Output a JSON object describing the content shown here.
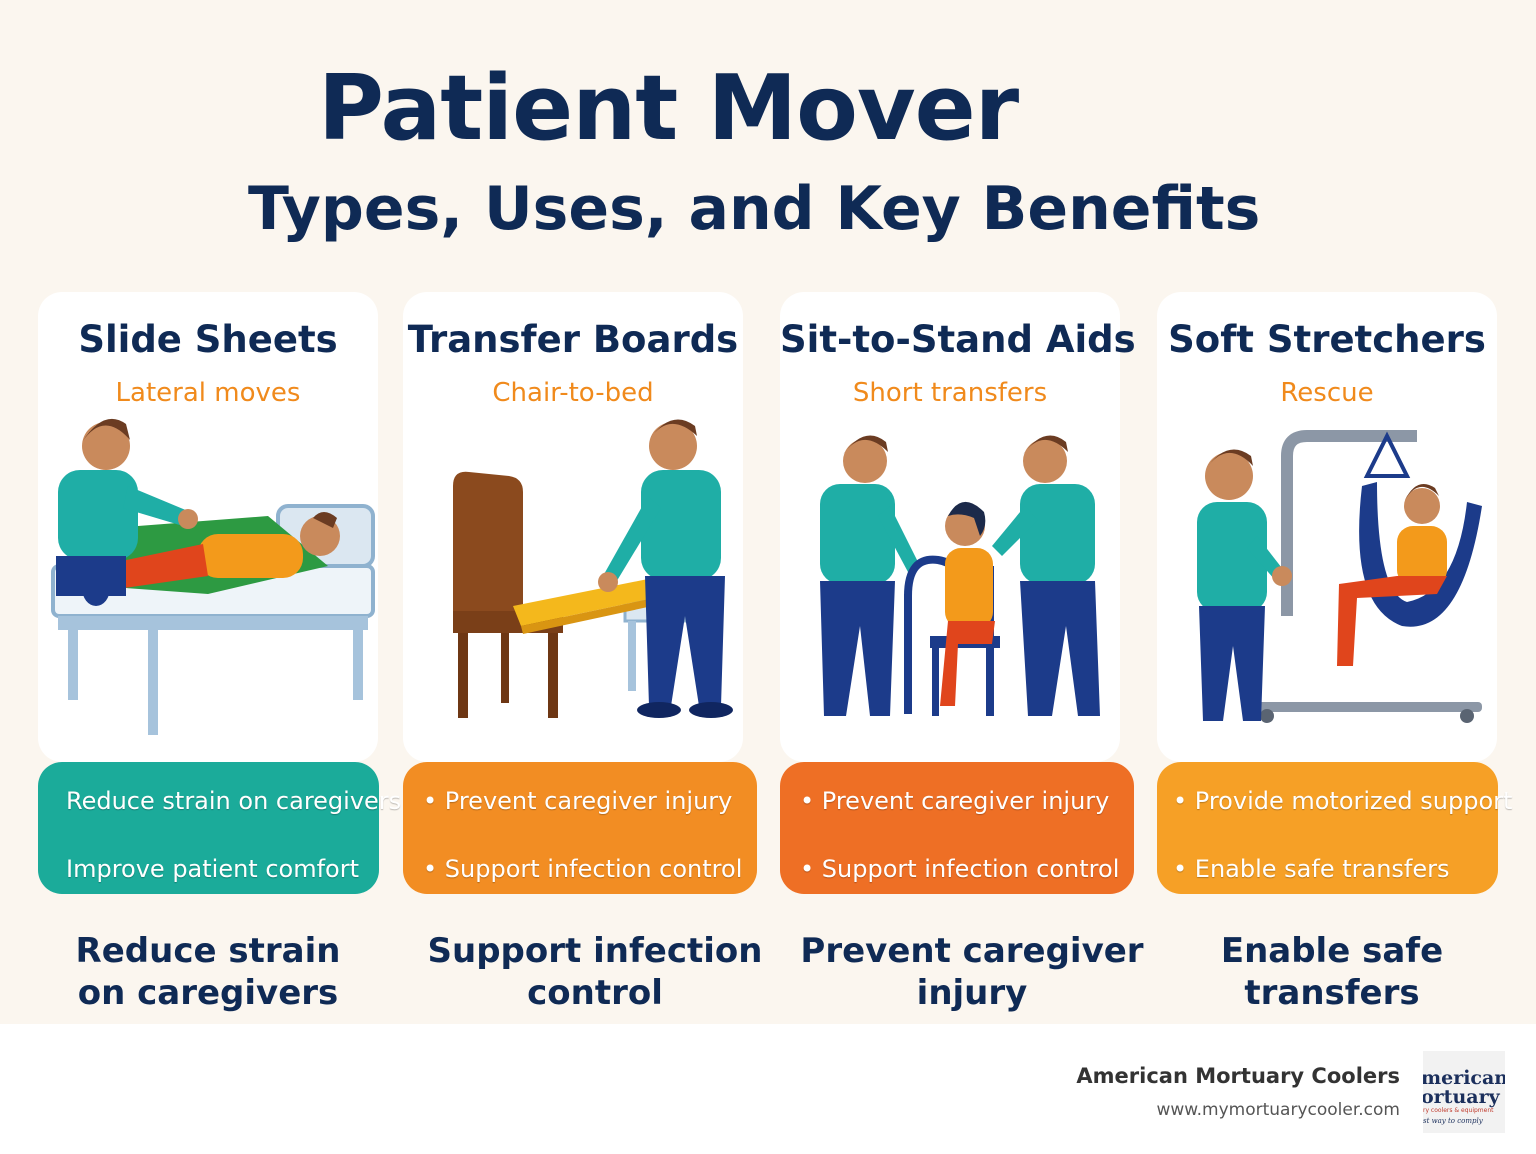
{
  "title": "Patient Mover",
  "subtitle": "Types, Uses, and Key Benefits",
  "cards": [
    {
      "title": "Slide Sheets",
      "use": "Lateral moves",
      "benefits": [
        "Reduce strain on caregivers",
        "Improve patient comfort"
      ],
      "footer": [
        "Reduce strain",
        "on caregivers"
      ],
      "pill_color": "#1bab9a"
    },
    {
      "title": "Transfer Boards",
      "use": "Chair-to-bed",
      "benefits": [
        "• Prevent caregiver injury",
        "• Support infection control"
      ],
      "footer": [
        "Support infection",
        "control"
      ],
      "pill_color": "#f28d23"
    },
    {
      "title": "Sit-to-Stand Aids",
      "use": "Short transfers",
      "benefits": [
        "• Prevent caregiver injury",
        "• Support infection control"
      ],
      "footer": [
        "Prevent caregiver",
        "injury"
      ],
      "pill_color": "#ee6f25"
    },
    {
      "title": "Soft Stretchers",
      "use": "Rescue",
      "benefits": [
        "• Provide motorized support",
        "• Enable safe transfers"
      ],
      "footer": [
        "Enable safe",
        "transfers"
      ],
      "pill_color": "#f6a026"
    }
  ],
  "brand": {
    "name": "American Mortuary Coolers",
    "url": "www.mymortuarycooler.com",
    "logo_lines": [
      "merican",
      "ortuary",
      "ry coolers & equipment",
      "st way to comply"
    ]
  },
  "colors": {
    "navy": "#0f2a55",
    "orange": "#f08a1c",
    "teal": "#1bab9a",
    "background": "#fbf6ef",
    "scrub": "#1faea6"
  }
}
